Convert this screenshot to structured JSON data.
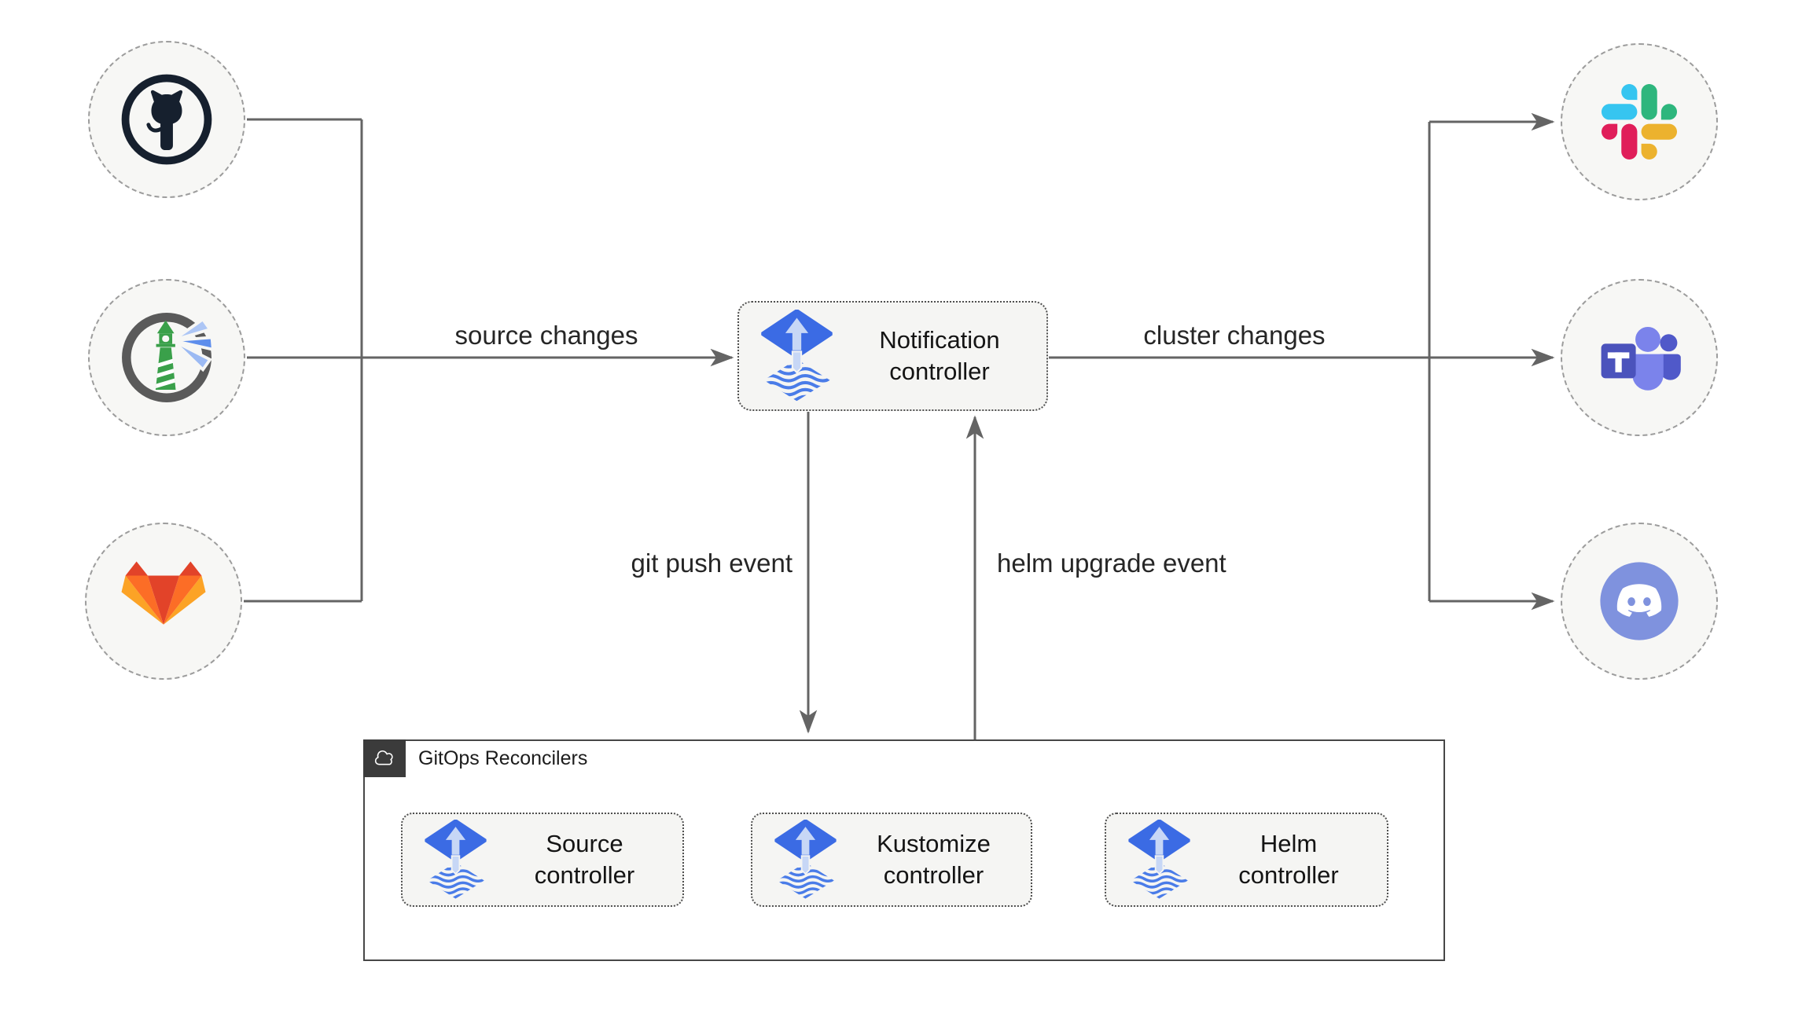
{
  "notification_controller": {
    "line1": "Notification",
    "line2": "controller"
  },
  "edge_labels": {
    "source_changes": "source changes",
    "cluster_changes": "cluster changes",
    "git_push_event": "git push event",
    "helm_upgrade_event": "helm upgrade event"
  },
  "reconcilers": {
    "title": "GitOps Reconcilers",
    "controllers": [
      {
        "line1": "Source",
        "line2": "controller"
      },
      {
        "line1": "Kustomize",
        "line2": "controller"
      },
      {
        "line1": "Helm",
        "line2": "controller"
      }
    ]
  },
  "icons": {
    "sources": [
      "github-icon",
      "harbor-icon",
      "gitlab-icon"
    ],
    "targets": [
      "slack-icon",
      "microsoft-teams-icon",
      "discord-icon"
    ],
    "controller_icon": "flux-icon",
    "container_icon": "cloud-icon"
  },
  "colors": {
    "line": "#646464",
    "node_fill": "#f7f7f5",
    "node_border": "#9c9c9c",
    "box_fill": "#f5f5f3",
    "box_border": "#4f4f4f",
    "container_border": "#474747",
    "container_tab": "#3b3b3b",
    "flux_blue": "#3b6be4",
    "flux_wave_blue": "#4a7ce8",
    "flux_arrow_light": "#c7d7f6",
    "text": "#1f1f1f"
  }
}
